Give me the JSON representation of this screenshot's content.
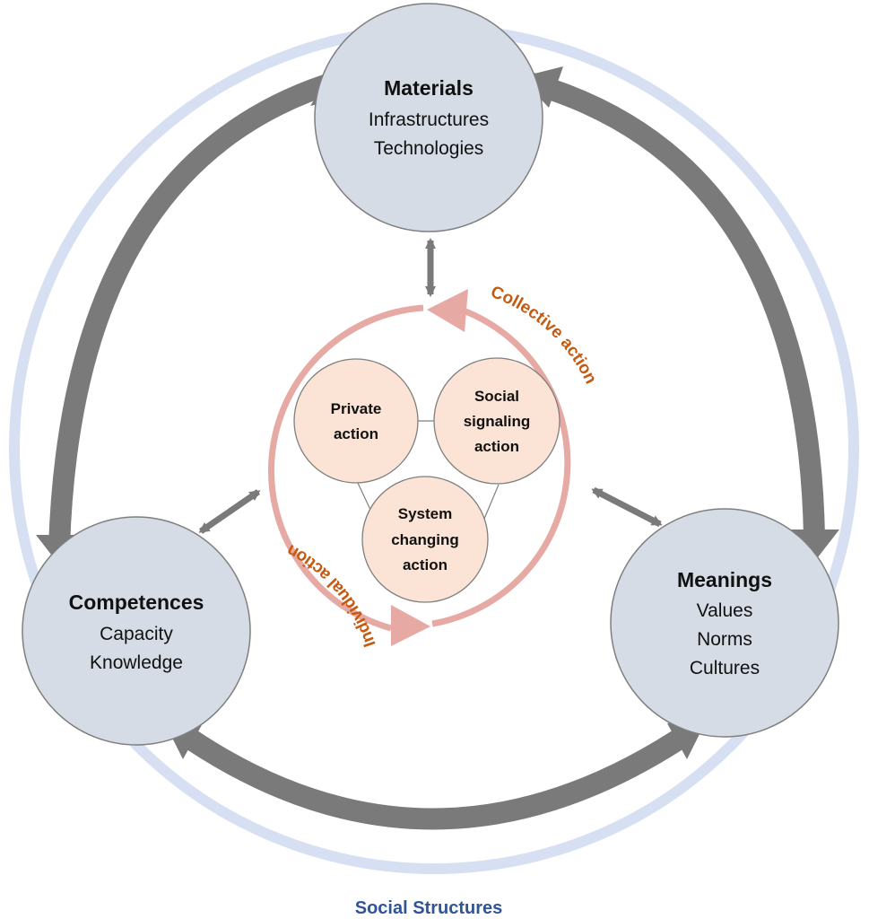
{
  "diagram": {
    "outer_ring_label": "Social Structures",
    "nodes": {
      "materials": {
        "title": "Materials",
        "items": [
          "Infrastructures",
          "Technologies"
        ]
      },
      "competences": {
        "title": "Competences",
        "items": [
          "Capacity",
          "Knowledge"
        ]
      },
      "meanings": {
        "title": "Meanings",
        "items": [
          "Values",
          "Norms",
          "Cultures"
        ]
      }
    },
    "inner_nodes": {
      "private": [
        "Private",
        "action"
      ],
      "social": [
        "Social",
        "signaling",
        "action"
      ],
      "system": [
        "System",
        "changing",
        "action"
      ]
    },
    "cycle_labels": {
      "collective": "Collective action",
      "individual": "Individual action"
    },
    "colors": {
      "outer_ring": "#d6e0f2",
      "node_fill": "#d6dce5",
      "node_stroke": "#7f7f7f",
      "arrow": "#7a7a7a",
      "inner_cycle": "#e6a9a4",
      "inner_node_fill": "#fbe4d5",
      "cycle_label": "#c55a11",
      "ring_label": "#2f5597"
    }
  }
}
